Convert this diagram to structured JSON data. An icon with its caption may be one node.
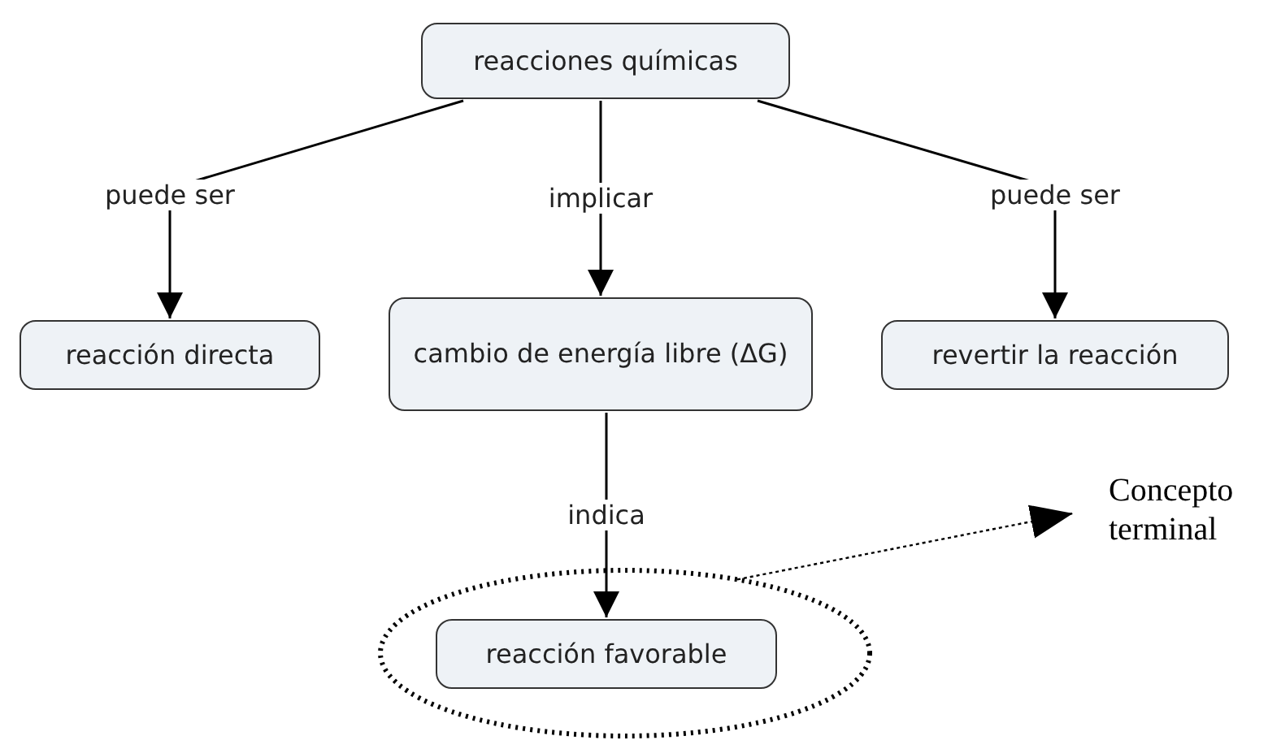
{
  "diagram": {
    "nodes": [
      {
        "text": [
          "reacciones químicas"
        ]
      },
      {
        "text": [
          "reacción directa"
        ]
      },
      {
        "text": [
          "cambio de energía libre (ΔG)"
        ]
      },
      {
        "text": [
          "revertir la reacción"
        ]
      },
      {
        "text": [],
        "shape": "ellipse"
      },
      {
        "text": [
          "reacción favorable"
        ],
        "in": 4
      },
      {
        "text": [
          "Concepto terminal"
        ]
      }
    ],
    "edges": [
      {
        "from": 0,
        "to": 1,
        "arrow": "to",
        "label": "puede ser"
      },
      {
        "from": 0,
        "to": 2,
        "arrow": "to",
        "label": "implicar"
      },
      {
        "from": 0,
        "to": 3,
        "arrow": "to",
        "label": "puede ser"
      },
      {
        "from": 2,
        "to": 5,
        "arrow": "to",
        "label": "indica"
      },
      {
        "from": 4,
        "to": 6,
        "arrow": "to",
        "style": "dashed"
      }
    ]
  }
}
